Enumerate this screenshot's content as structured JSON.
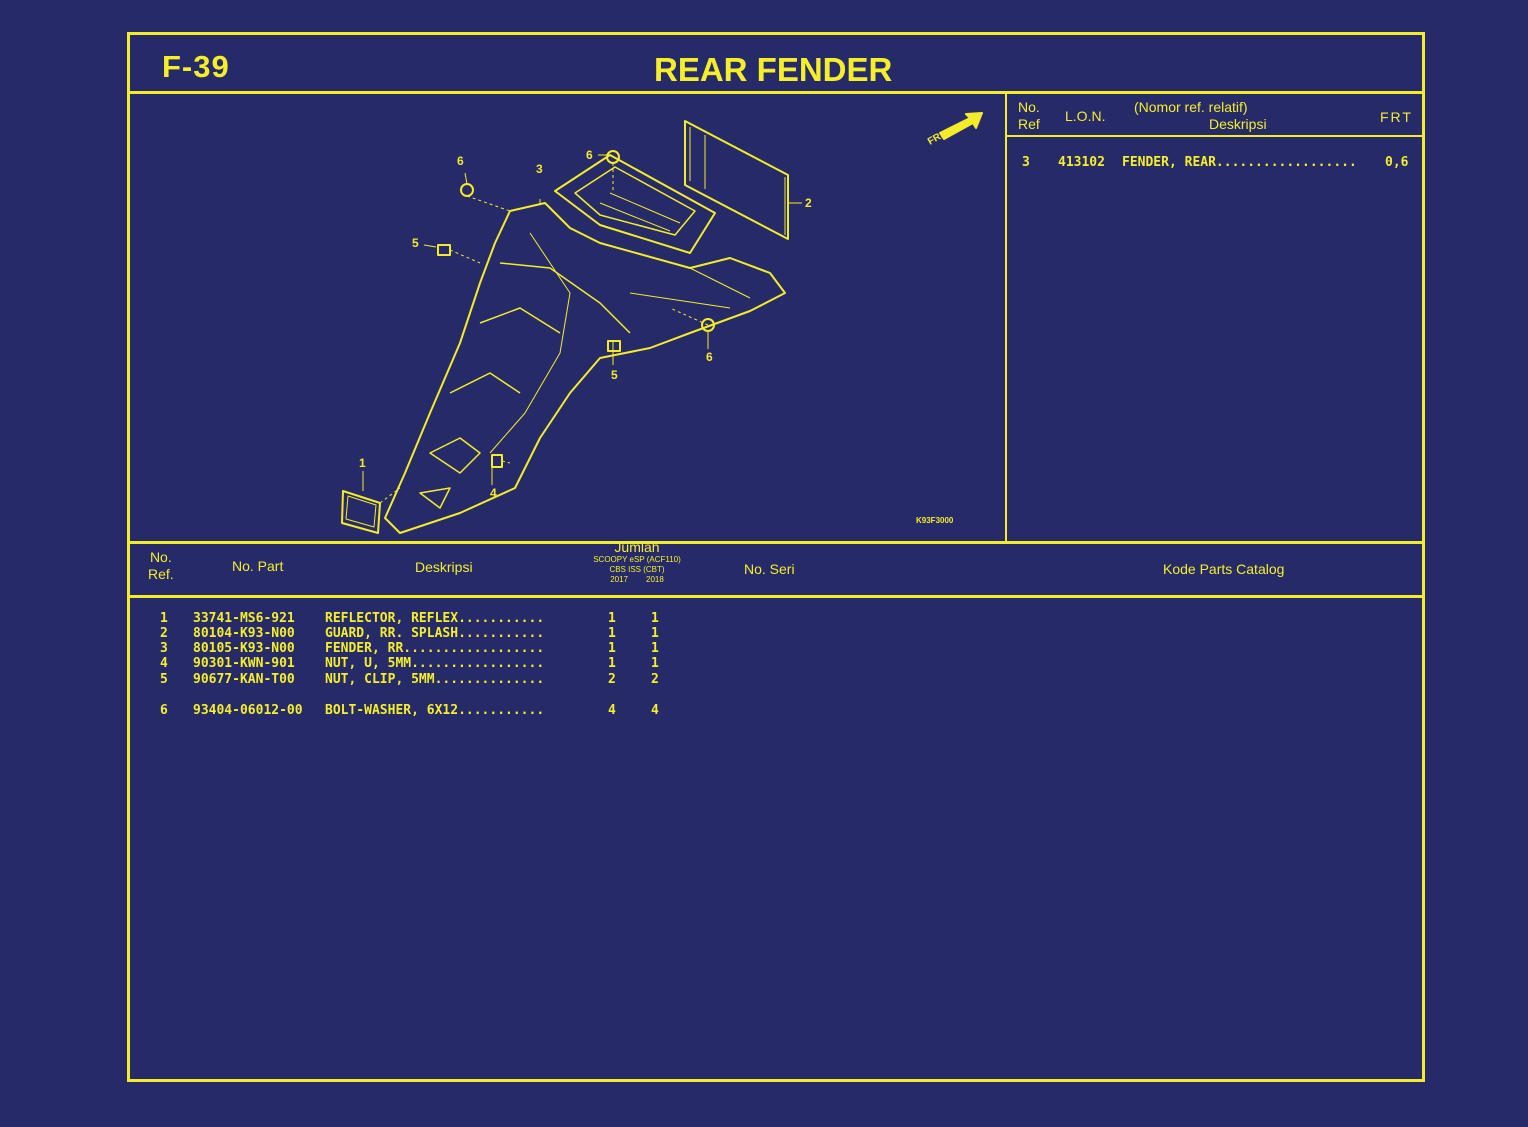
{
  "header": {
    "page_code": "F-39",
    "title": "REAR FENDER"
  },
  "labor_table": {
    "headers": {
      "ref_line1": "No.",
      "ref_line2": "Ref",
      "lon": "L.O.N.",
      "desc_line1": "(Nomor ref. relatif)",
      "desc_line2": "Deskripsi",
      "frt": "FRT"
    },
    "rows": [
      {
        "ref": "3",
        "lon": "413102",
        "description": "FENDER, REAR..................",
        "frt": "0,6"
      }
    ]
  },
  "diagram": {
    "code": "K93F3000",
    "direction_label": "FR.",
    "callouts": [
      "6",
      "6",
      "3",
      "5",
      "2",
      "6",
      "5",
      "1",
      "4"
    ]
  },
  "parts_table": {
    "headers": {
      "ref_line1": "No.",
      "ref_line2": "Ref.",
      "part_no": "No. Part",
      "description": "Deskripsi",
      "qty": "Jumlah",
      "qty_sub1": "SCOOPY eSP (ACF110)",
      "qty_sub2": "CBS ISS (CBT)",
      "qty_year1": "2017",
      "qty_year2": "2018",
      "serial": "No. Seri",
      "catalog": "Kode Parts Catalog"
    },
    "rows": [
      {
        "ref": "1",
        "part_no": "33741-MS6-921",
        "description": "REFLECTOR, REFLEX",
        "dots": "...........",
        "qty_a": "1",
        "qty_b": "1"
      },
      {
        "ref": "2",
        "part_no": "80104-K93-N00",
        "description": "GUARD, RR. SPLASH",
        "dots": "...........",
        "qty_a": "1",
        "qty_b": "1"
      },
      {
        "ref": "3",
        "part_no": "80105-K93-N00",
        "description": "FENDER, RR.",
        "dots": ".................",
        "qty_a": "1",
        "qty_b": "1"
      },
      {
        "ref": "4",
        "part_no": "90301-KWN-901",
        "description": "NUT, U, 5MM",
        "dots": ".................",
        "qty_a": "1",
        "qty_b": "1"
      },
      {
        "ref": "5",
        "part_no": "90677-KAN-T00",
        "description": "NUT, CLIP, 5MM",
        "dots": "..............",
        "qty_a": "2",
        "qty_b": "2"
      },
      {
        "ref": "6",
        "part_no": "93404-06012-00",
        "description": "BOLT-WASHER, 6X12",
        "dots": "...........",
        "qty_a": "4",
        "qty_b": "4"
      }
    ]
  },
  "colors": {
    "background": "#262a69",
    "foreground": "#f5ef2a"
  }
}
